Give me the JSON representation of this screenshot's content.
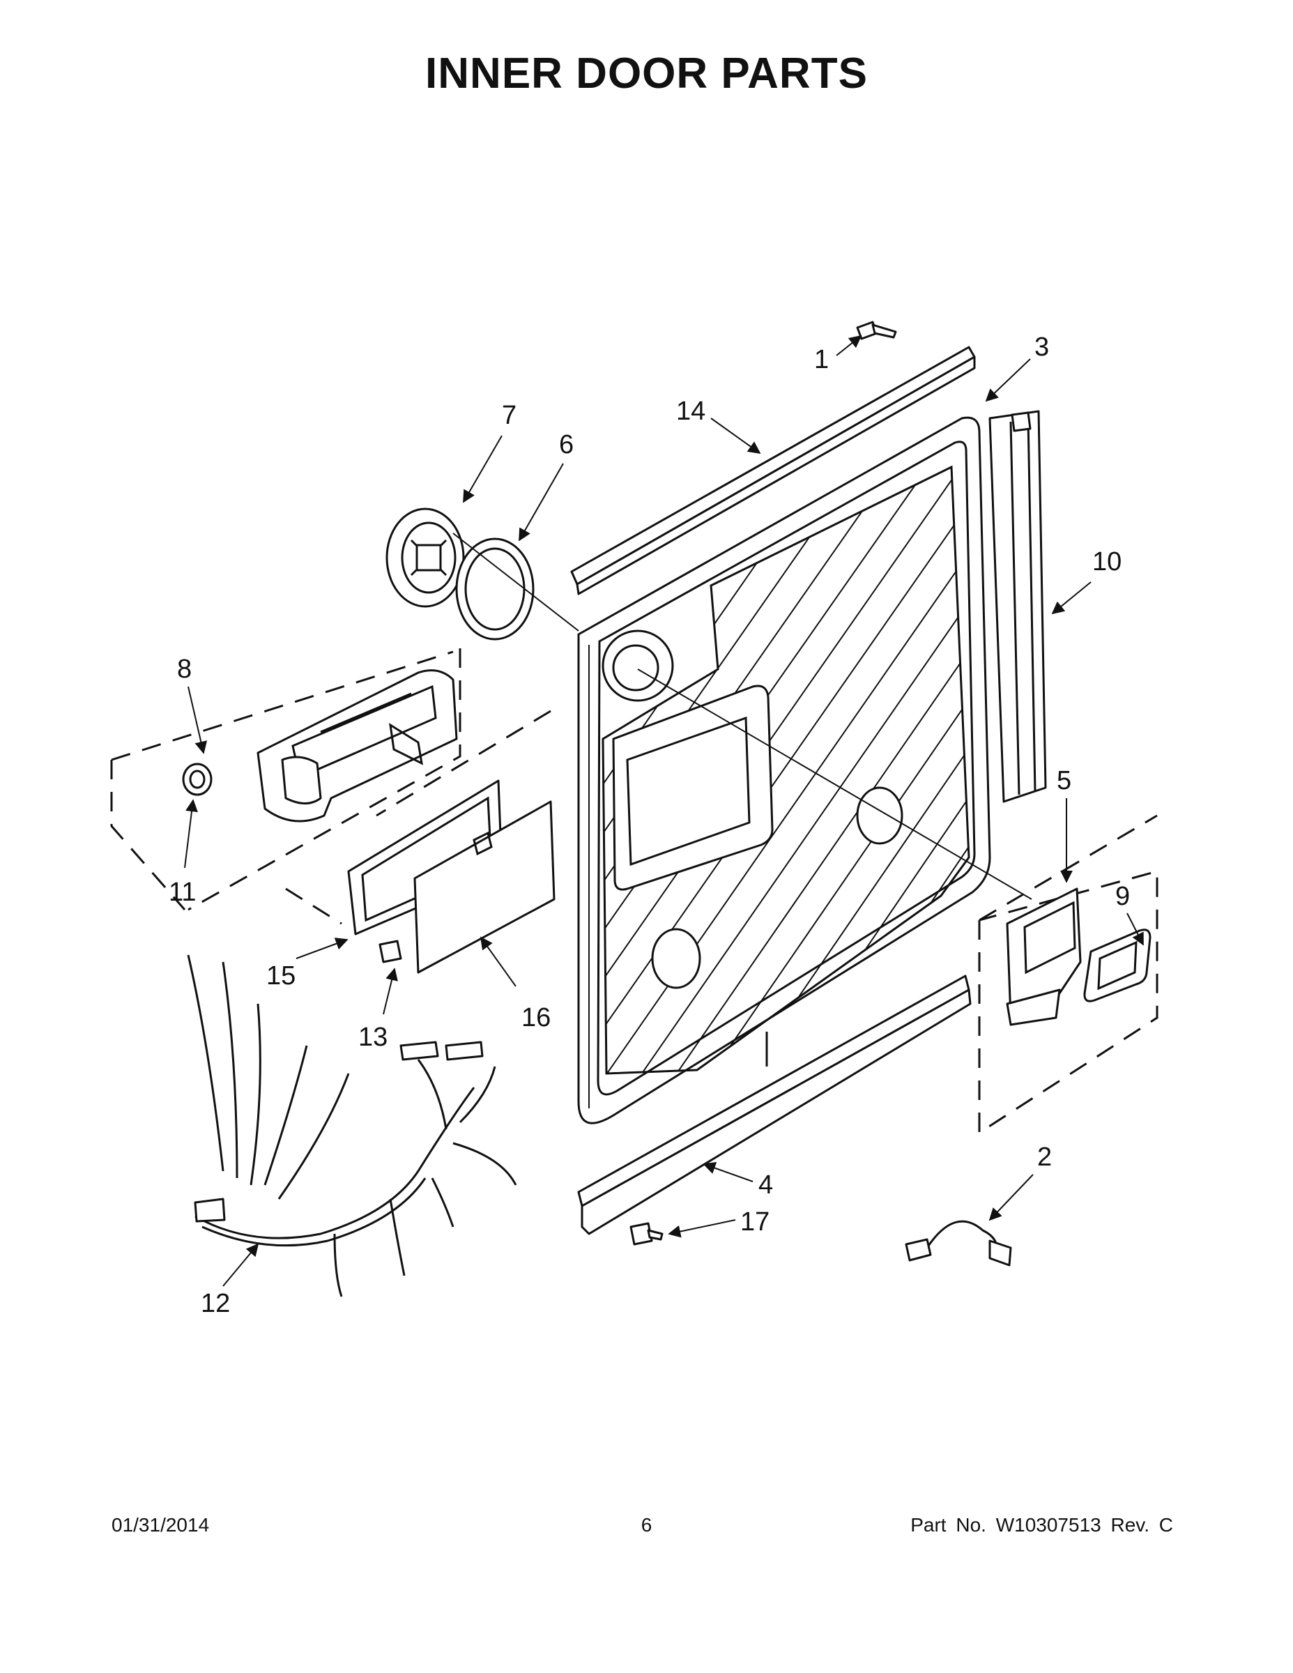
{
  "title": "INNER DOOR PARTS",
  "callouts": [
    "1",
    "2",
    "3",
    "4",
    "5",
    "6",
    "7",
    "8",
    "9",
    "10",
    "11",
    "12",
    "13",
    "14",
    "15",
    "16",
    "17"
  ],
  "footer": {
    "date": "01/31/2014",
    "page": "6",
    "part_number": "Part No.  W10307513  Rev.  C"
  }
}
